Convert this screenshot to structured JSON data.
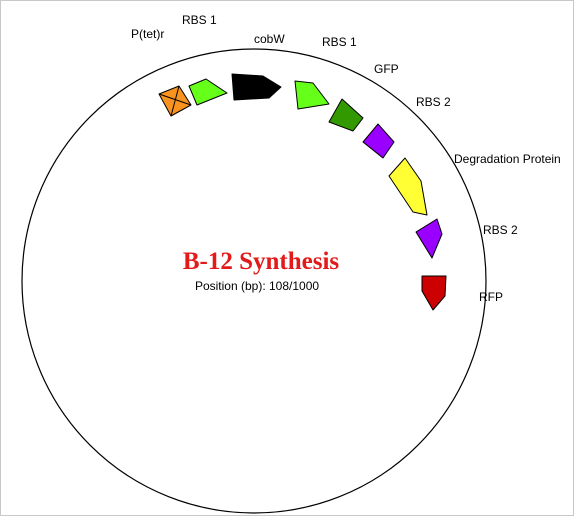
{
  "plasmid": {
    "title": "B-12 Synthesis",
    "position_label": "Position (bp): 108/1000",
    "backbone_color": "#000000",
    "title_color": "#e31a1a",
    "parts": [
      {
        "label": "P(tet)r",
        "kind": "promoter",
        "color": "#f7931e"
      },
      {
        "label": "RBS 1",
        "kind": "rbs",
        "color": "#66ff1a"
      },
      {
        "label": "cobW",
        "kind": "cds",
        "color": "#000000"
      },
      {
        "label": "RBS 1",
        "kind": "rbs",
        "color": "#66ff1a"
      },
      {
        "label": "GFP",
        "kind": "cds",
        "color": "#339900"
      },
      {
        "label": "RBS 2",
        "kind": "rbs",
        "color": "#9900ff"
      },
      {
        "label": "Degradation Protein",
        "kind": "cds",
        "color": "#ffff33"
      },
      {
        "label": "RBS 2",
        "kind": "rbs",
        "color": "#9900ff"
      },
      {
        "label": "RFP",
        "kind": "terminator",
        "color": "#cc0000"
      }
    ]
  }
}
